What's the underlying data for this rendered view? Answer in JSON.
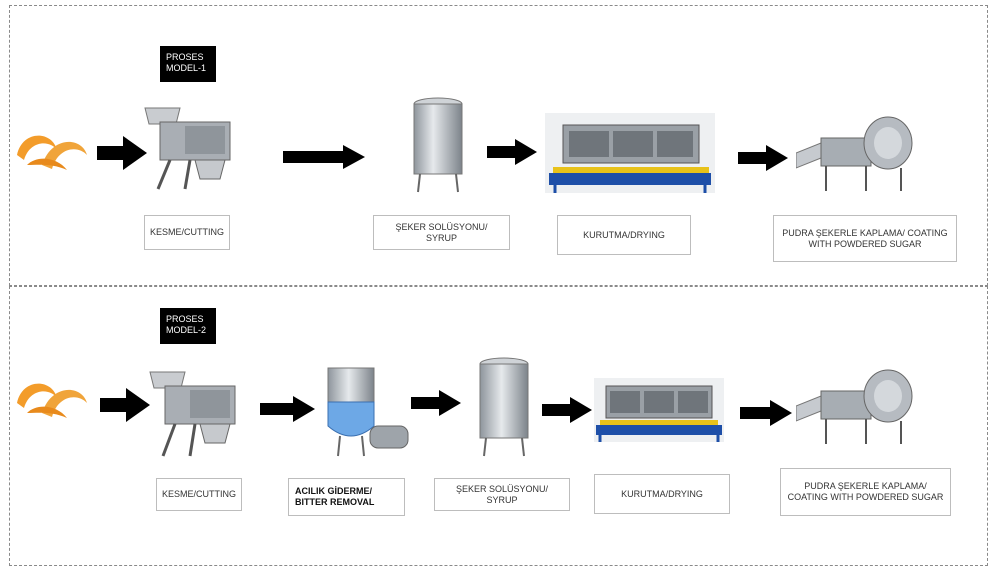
{
  "model1": {
    "flag": [
      "PROSES",
      "MODEL-1"
    ],
    "steps": [
      "KESME/CUTTING",
      "ŞEKER SOLÜSYONU/ SYRUP",
      "KURUTMA/DRYING",
      "PUDRA ŞEKERLE KAPLAMA/ COATING WITH POWDERED SUGAR"
    ]
  },
  "model2": {
    "flag": [
      "PROSES",
      "MODEL-2"
    ],
    "steps": [
      "KESME/CUTTING",
      "ACILIK GİDERME/ BITTER REMOVAL",
      "ŞEKER SOLÜSYONU/ SYRUP",
      "KURUTMA/DRYING",
      "PUDRA ŞEKERLE KAPLAMA/ COATING WITH POWDERED SUGAR"
    ]
  },
  "colors": {
    "orange": "#f0932b",
    "steel": "#b9bec4",
    "frame_blue": "#1e4fa8",
    "belt_yellow": "#e8c21a",
    "arrow": "#000000"
  }
}
